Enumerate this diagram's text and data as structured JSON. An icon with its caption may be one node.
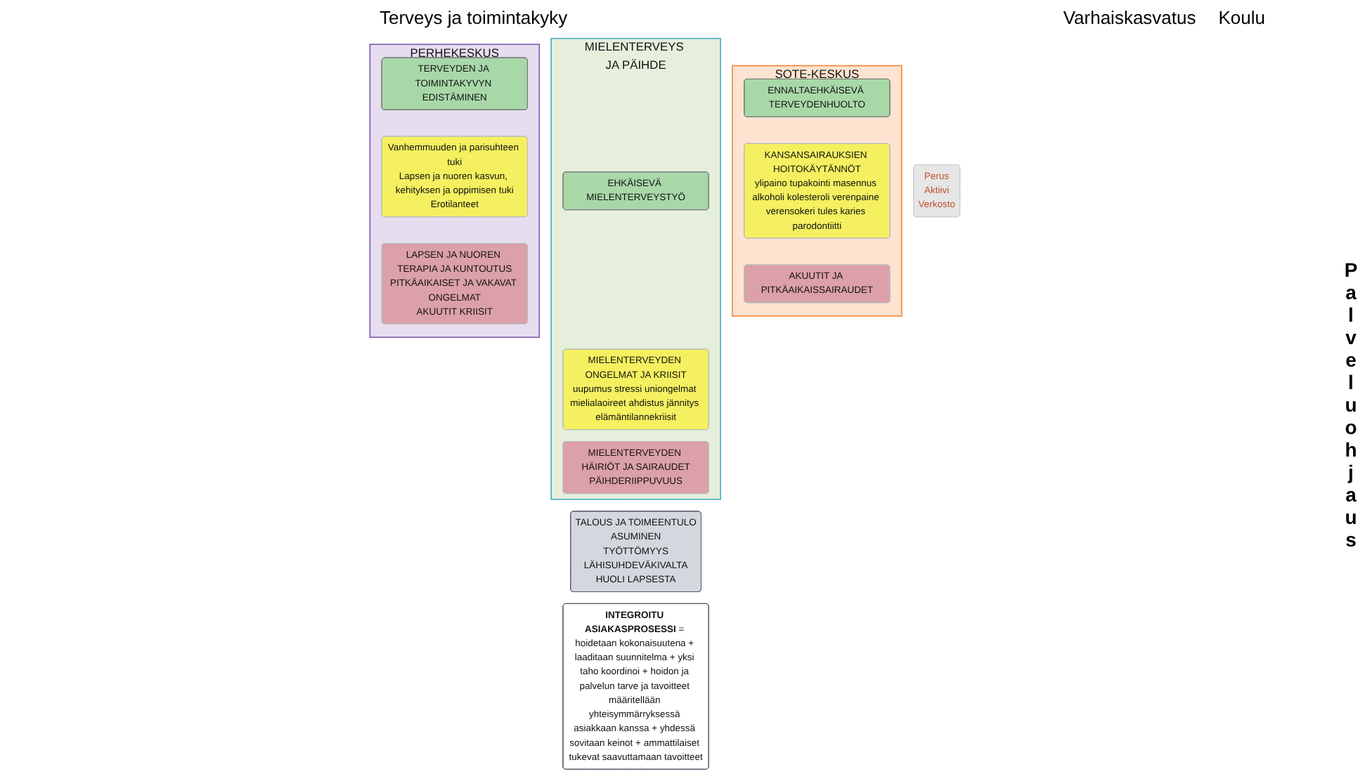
{
  "diagram": {
    "nodes": [
      {
        "text": [
          "SOTE-KESKUS"
        ]
      },
      {
        "text": [
          "ENNALTAEHKÄISEVÄ TERVEYDENHUOLTO"
        ],
        "in": 0
      },
      {
        "text": [
          "KANSANSAIRAUKSIEN HOITOKÄYTÄNNÖT",
          "ylipaino tupakointi masennus alkoholi kolesteroli verenpaine verensokeri tules karies parodontiitti"
        ],
        "in": 0
      },
      {
        "text": [
          "AKUUTIT JA PITKÄAIKAISSAIRAUDET"
        ],
        "in": 0
      },
      {
        "text": [
          "MIELENTERVEYS JA PÄIHDE"
        ]
      },
      {
        "text": [
          "EHKÄISEVÄ MIELENTERVEYSTYÖ"
        ],
        "in": 4
      },
      {
        "text": [
          "MIELENTERVEYDEN ONGELMAT JA KRIISIT",
          "uupumus stressi uniongelmat mielialaoireet ahdistus jännitys elämäntilannekriisit"
        ],
        "in": 4
      },
      {
        "text": [
          "MIELENTERVEYDEN HÄIRIÖT JA SAIRAUDET",
          "PÄIHDERIIPPUVUUS"
        ],
        "in": 4
      },
      {
        "text": [
          "PERHEKESKUS"
        ]
      },
      {
        "text": [
          "TERVEYDEN JA TOIMINTAKYVYN EDISTÄMINEN"
        ],
        "in": 8
      },
      {
        "text": [
          "Vanhemmuuden ja parisuhteen tuki",
          "Lapsen ja nuoren kasvun, kehityksen ja oppimisen tuki",
          "Erotilanteet"
        ],
        "in": 8
      },
      {
        "text": [
          "LAPSEN JA NUOREN TERAPIA JA KUNTOUTUS",
          "PITKÄAIKAISET JA VAKAVAT ONGELMAT",
          "AKUUTIT KRIISIT"
        ],
        "in": 8
      },
      {
        "text": [
          "TALOUS JA TOIMEENTULO",
          "ASUMINEN",
          "TYÖTTÖMYYS",
          "LÄHISUHDEVÄKIVALTA",
          "HUOLI LAPSESTA"
        ]
      },
      {
        "text": [
          "**INTEGROITU ASIAKASPROSESSI** = hoidetaan kokonaisuutena + laaditaan suunnitelma + yksi taho koordinoi + hoidon ja palvelun tarve ja tavoitteet määritellään yhteisymmärryksessä asiakkaan kanssa + yhdessä sovitaan keinot + ammattilaiset tukevat saavuttamaan tavoitteet"
        ]
      },
      {
        "text": [
          "Perus",
          "Aktiivi",
          "Verkosto"
        ]
      }
    ],
    "edges": [],
    "labels": [
      "Terveys ja toimintakyky",
      "Varhaiskasvatus",
      "Koulu",
      "Palveluohjaus"
    ]
  }
}
